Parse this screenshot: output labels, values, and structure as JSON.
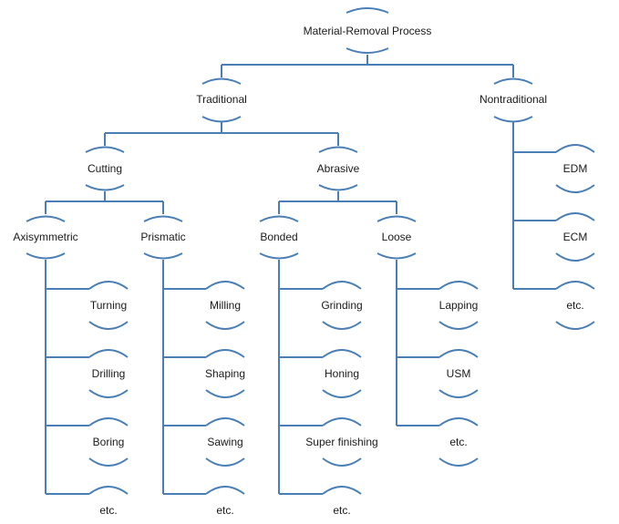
{
  "diagram": {
    "root": "Material-Removal Process",
    "traditional": {
      "label": "Traditional",
      "cutting": {
        "label": "Cutting",
        "axisymmetric": {
          "label": "Axisymmetric",
          "items": [
            "Turning",
            "Drilling",
            "Boring",
            "etc."
          ]
        },
        "prismatic": {
          "label": "Prismatic",
          "items": [
            "Milling",
            "Shaping",
            "Sawing",
            "etc."
          ]
        }
      },
      "abrasive": {
        "label": "Abrasive",
        "bonded": {
          "label": "Bonded",
          "items": [
            "Grinding",
            "Honing",
            "Super finishing",
            "etc."
          ]
        },
        "loose": {
          "label": "Loose",
          "items": [
            "Lapping",
            "USM",
            "etc."
          ]
        }
      }
    },
    "nontraditional": {
      "label": "Nontraditional",
      "items": [
        "EDM",
        "ECM",
        "etc."
      ]
    }
  }
}
